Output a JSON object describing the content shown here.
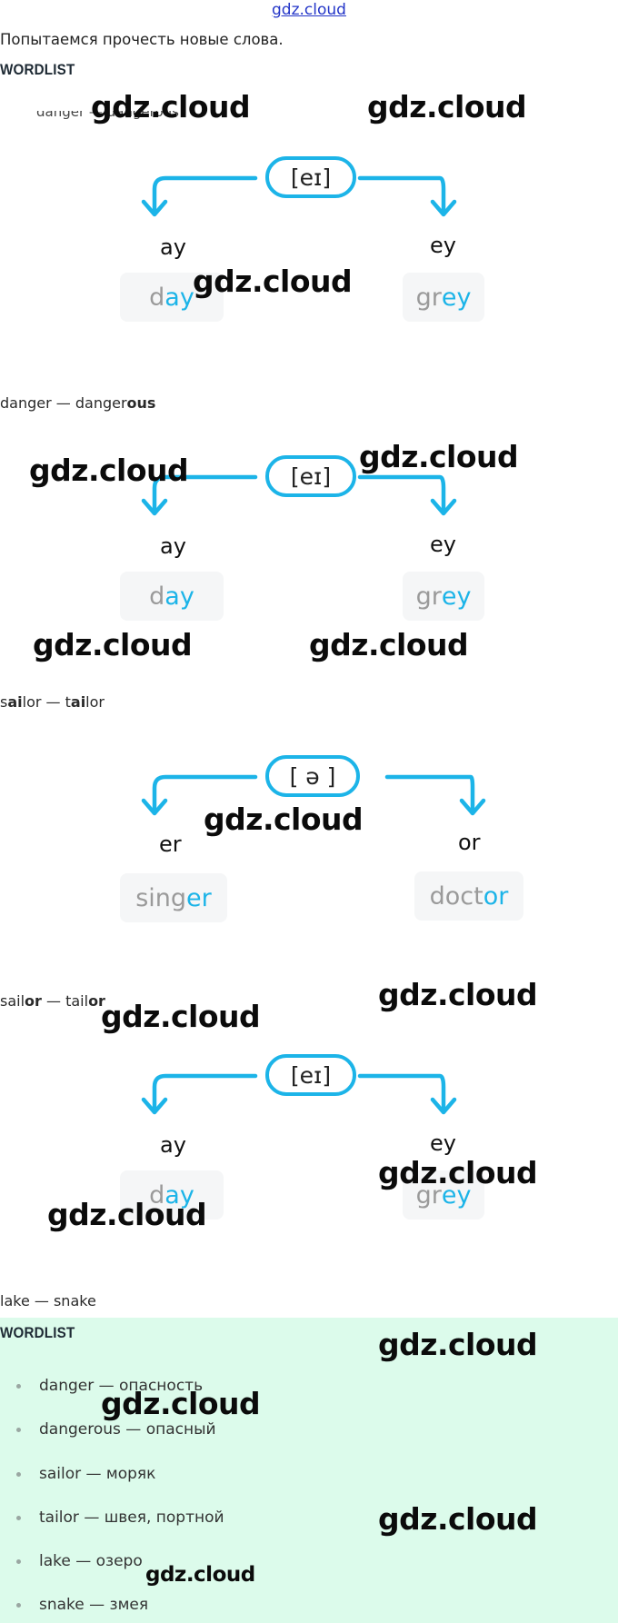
{
  "site_title": "gdz.cloud",
  "intro_text": "Попытаемся прочесть новые слова.",
  "wordlist_heading": "WORDLIST",
  "watermark": "gdz.cloud",
  "cut_text": "danger — dangerous",
  "diagrams": [
    {
      "sound": "[eɪ]",
      "left_label": "ay",
      "right_label": "ey",
      "left_word": {
        "plain": "d",
        "accent": "ay"
      },
      "right_word": {
        "plain": "gr",
        "accent": "ey"
      }
    },
    {
      "sound": "[eɪ]",
      "left_label": "ay",
      "right_label": "ey",
      "left_word": {
        "plain": "d",
        "accent": "ay"
      },
      "right_word": {
        "plain": "gr",
        "accent": "ey"
      }
    },
    {
      "sound": "[ ə ]",
      "left_label": "er",
      "right_label": "or",
      "left_word": {
        "plain": "sing",
        "accent": "er"
      },
      "right_word": {
        "plain": "doct",
        "accent": "or"
      }
    },
    {
      "sound": "[eɪ]",
      "left_label": "ay",
      "right_label": "ey",
      "left_word": {
        "plain": "d",
        "accent": "ay"
      },
      "right_word": {
        "plain": "gr",
        "accent": "ey"
      }
    }
  ],
  "pairs": [
    {
      "a": "danger",
      "sep": " — ",
      "b_plain": "danger",
      "b_bold": "ous"
    },
    {
      "a_bold": "ai",
      "a_rest_pre": "s",
      "a_rest_post": "lor",
      "sep": " — ",
      "b_pre": "t",
      "b_bold": "ai",
      "b_post": "lor"
    },
    {
      "a_pre": "sail",
      "a_bold": "or",
      "sep": " — ",
      "b_pre": "tail",
      "b_bold": "or"
    },
    {
      "text": "lake — snake"
    }
  ],
  "wordlist": [
    "danger — опасность",
    "dangerous — опасный",
    "sailor — моряк",
    "tailor — швея, портной",
    "lake — озеро",
    "snake — змея"
  ],
  "colors": {
    "accent": "#1cb4e8",
    "wordlist_bg": "#dcfbeb"
  }
}
